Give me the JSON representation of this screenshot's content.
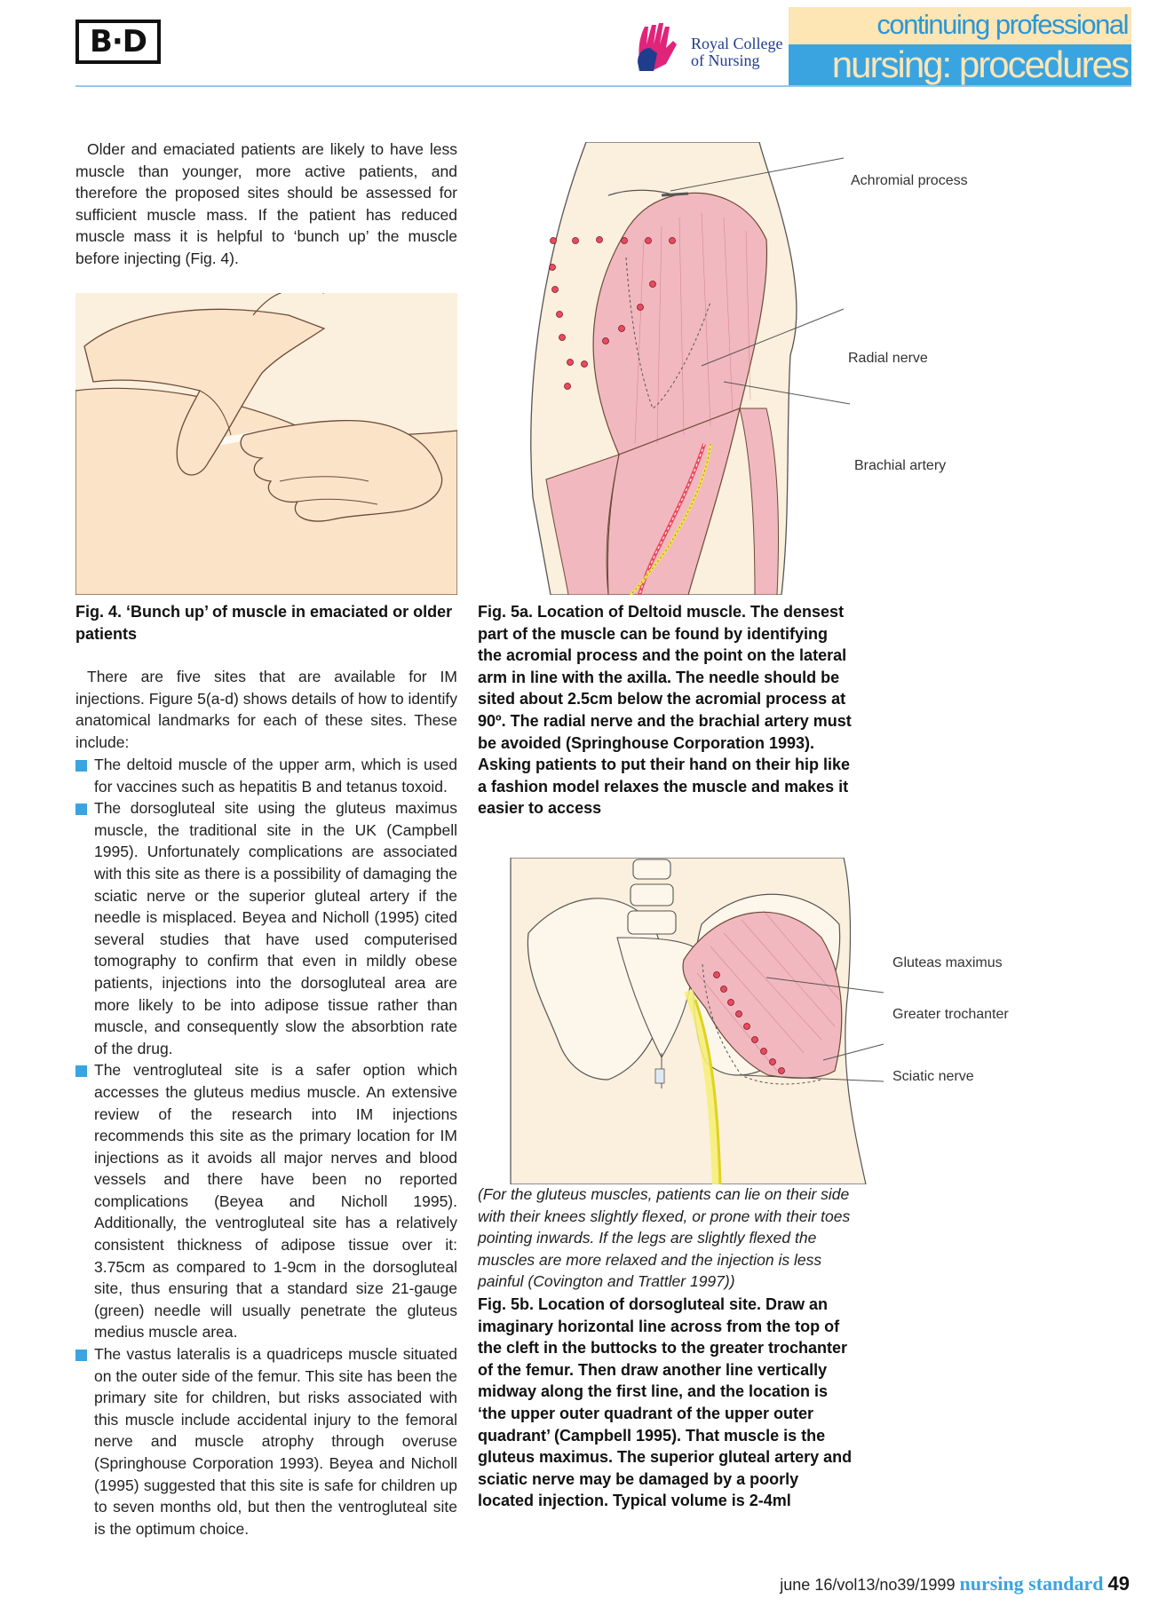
{
  "header": {
    "logo": "B·D",
    "rcn_line1": "Royal College",
    "rcn_line2": "of Nursing",
    "band_top": "continuing professional development",
    "band_bottom": "nursing: procedures",
    "accent": "#3aa4e0",
    "band_light": "#fde5b4"
  },
  "left": {
    "intro": "Older and emaciated patients are likely to have less muscle than younger, more active patients, and therefore the proposed sites should be assessed for sufficient muscle mass. If the patient has reduced muscle mass it is helpful to ‘bunch up’ the muscle before injecting (Fig. 4).",
    "fig4_caption": "Fig. 4. ‘Bunch up’ of muscle in emaciated or older patients",
    "sites_intro": "There are five sites that are available for IM injections. Figure 5(a-d) shows details of how to identify anatomical landmarks for each of these sites. These include:",
    "bullets": [
      "The deltoid muscle of the upper arm, which is used for vaccines such as hepatitis B and tetanus toxoid.",
      "The dorsogluteal site using the gluteus maximus muscle, the traditional site in the UK (Campbell 1995). Unfortunately complications are associated with this site as there is a possibility of damaging the sciatic nerve or the superior gluteal artery if the needle is misplaced. Beyea and Nicholl (1995) cited several studies that have used computerised tomography to confirm that even in mildly obese patients, injections into the dorsogluteal area are more likely to be into adipose tissue rather than muscle, and consequently slow the absorbtion rate of the drug.",
      "The ventrogluteal site is a safer option which accesses the gluteus medius muscle. An extensive review of the research into IM injections recommends this site as the primary location for IM injections as it avoids all major nerves and blood vessels and there have been no reported complications (Beyea and Nicholl 1995). Additionally, the ventrogluteal site has a relatively consistent thickness of adipose tissue over it: 3.75cm as compared to 1-9cm in the dorsogluteal site, thus ensuring that a standard size 21-gauge (green) needle will usually penetrate the gluteus medius muscle area.",
      "The vastus lateralis is a quadriceps muscle situated on the outer side of the femur. This site has been the primary site for children, but risks associated with this muscle include accidental injury to the femoral nerve and muscle atrophy through overuse (Springhouse Corporation 1993). Beyea and Nicholl (1995) suggested that this site is safe for children up to seven months old, but then the ventrogluteal site is the optimum choice."
    ]
  },
  "right": {
    "fig5a_labels": [
      "Achromial process",
      "Radial nerve",
      "Brachial artery"
    ],
    "fig5a_caption": "Fig. 5a. Location of Deltoid muscle. The densest part of the muscle can be found by identifying the acromial process and the point on the lateral arm in line with the axilla. The needle should be sited about 2.5cm below the acromial process at 90º. The radial nerve and the brachial artery must be avoided (Springhouse Corporation 1993). Asking patients to put their hand on their hip like a fashion model relaxes the muscle and makes it easier to access",
    "fig5b_labels": [
      "Gluteas maximus",
      "Greater trochanter",
      "Sciatic nerve"
    ],
    "fig5b_note": "(For the gluteus muscles, patients can lie on their side with their knees slightly flexed, or prone with their toes pointing inwards. If the legs are slightly flexed the muscles are more relaxed and the injection is less painful (Covington and Trattler 1997))",
    "fig5b_caption": "Fig. 5b. Location of dorsogluteal site. Draw an imaginary horizontal line across from the top of the cleft in the buttocks to the greater trochanter of the femur. Then draw another line vertically midway along the first line, and the location is ‘the upper outer quadrant of the upper outer quadrant’ (Campbell 1995). That muscle is the gluteus maximus. The superior gluteal artery and sciatic nerve may be damaged by a poorly located injection. Typical volume is 2-4ml"
  },
  "footer": {
    "issue": "june 16/vol13/no39/1999",
    "journal": "nursing standard",
    "page": "49"
  }
}
